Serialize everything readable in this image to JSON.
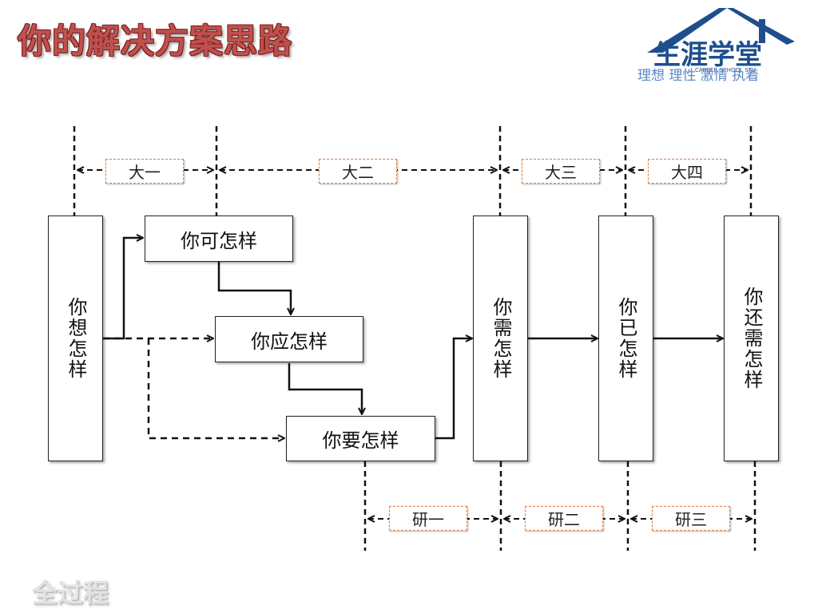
{
  "slide": {
    "title": "你的解决方案思路",
    "slogan": "理想 理性 激情 执着",
    "footer": "全过程"
  },
  "logo": {
    "text": "生涯学堂",
    "subtext": "CAREER SCHOOL STU",
    "color": "#1f4e8c"
  },
  "diagram": {
    "boxes": {
      "want": "你想怎样",
      "can": "你可怎样",
      "should": "你应怎样",
      "must": "你要怎样",
      "need": "你需怎样",
      "done": "你已怎样",
      "still": "你还需怎样"
    },
    "undergrad_years": [
      "大一",
      "大二",
      "大三",
      "大四"
    ],
    "grad_years": [
      "研一",
      "研二",
      "研三"
    ]
  },
  "colors": {
    "title": "#c0504d",
    "slogan": "#5b86c5",
    "tag_border": "#e08040",
    "lines": "#111111"
  }
}
